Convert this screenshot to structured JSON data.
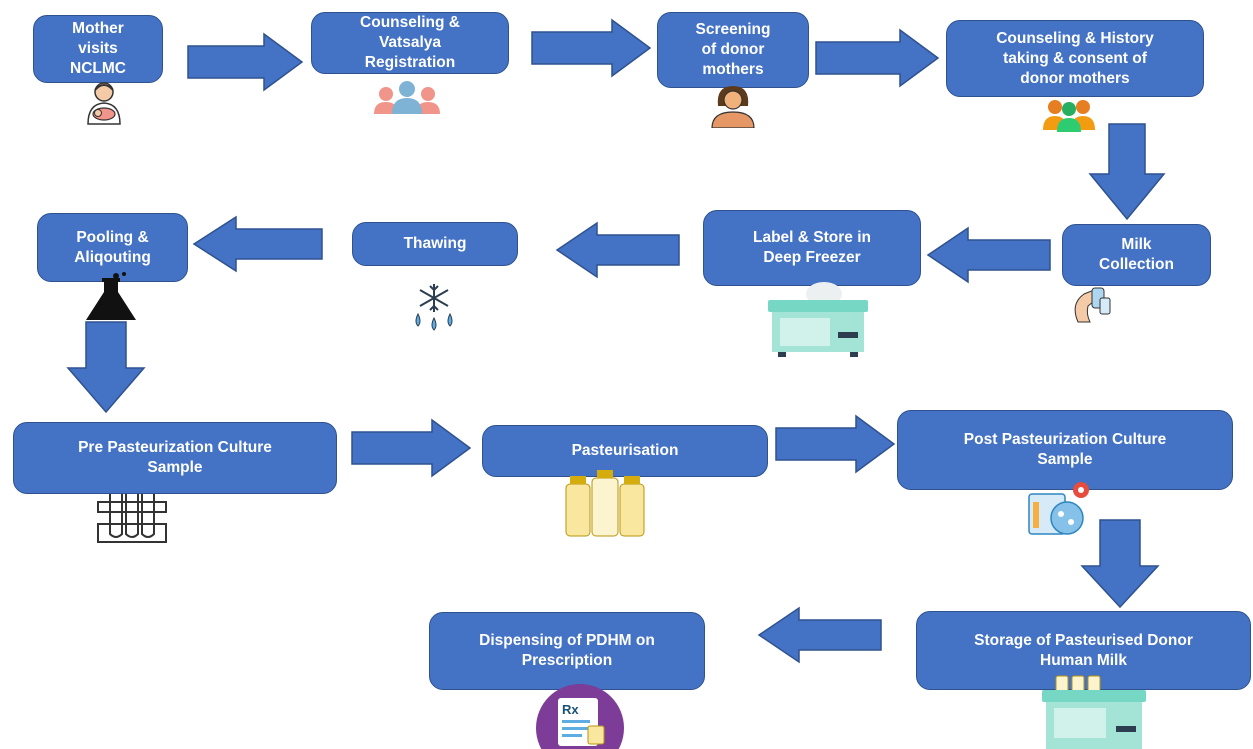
{
  "colors": {
    "box_fill": "#4472c4",
    "box_border": "#2f528f",
    "arrow_fill": "#4472c4",
    "box_text": "#ffffff"
  },
  "steps": [
    {
      "label": "Mother\nvisits\nNCLMC",
      "icon": "mother-with-baby-icon"
    },
    {
      "label": "Counseling &\nVatsalya\nRegistration",
      "icon": "group-registration-icon"
    },
    {
      "label": "Screening\nof donor\nmothers",
      "icon": "donor-mother-icon"
    },
    {
      "label": "Counseling & History\ntaking & consent of\ndonor mothers",
      "icon": "people-group-icon"
    },
    {
      "label": "Milk\nCollection",
      "icon": "breast-pump-icon"
    },
    {
      "label": "Label & Store in\nDeep Freezer",
      "icon": "deep-freezer-icon"
    },
    {
      "label": "Thawing",
      "icon": "thawing-snowflake-icon"
    },
    {
      "label": "Pooling &\nAliqouting",
      "icon": "lab-flask-icon"
    },
    {
      "label": "Pre Pasteurization Culture\nSample",
      "icon": "test-tube-rack-icon"
    },
    {
      "label": "Pasteurisation",
      "icon": "milk-bottles-icon"
    },
    {
      "label": "Post Pasteurization Culture\nSample",
      "icon": "culture-lab-icon"
    },
    {
      "label": "Storage of Pasteurised Donor\nHuman Milk",
      "icon": "milk-storage-freezer-icon"
    },
    {
      "label": "Dispensing of PDHM on\nPrescription",
      "icon": "prescription-icon"
    }
  ]
}
